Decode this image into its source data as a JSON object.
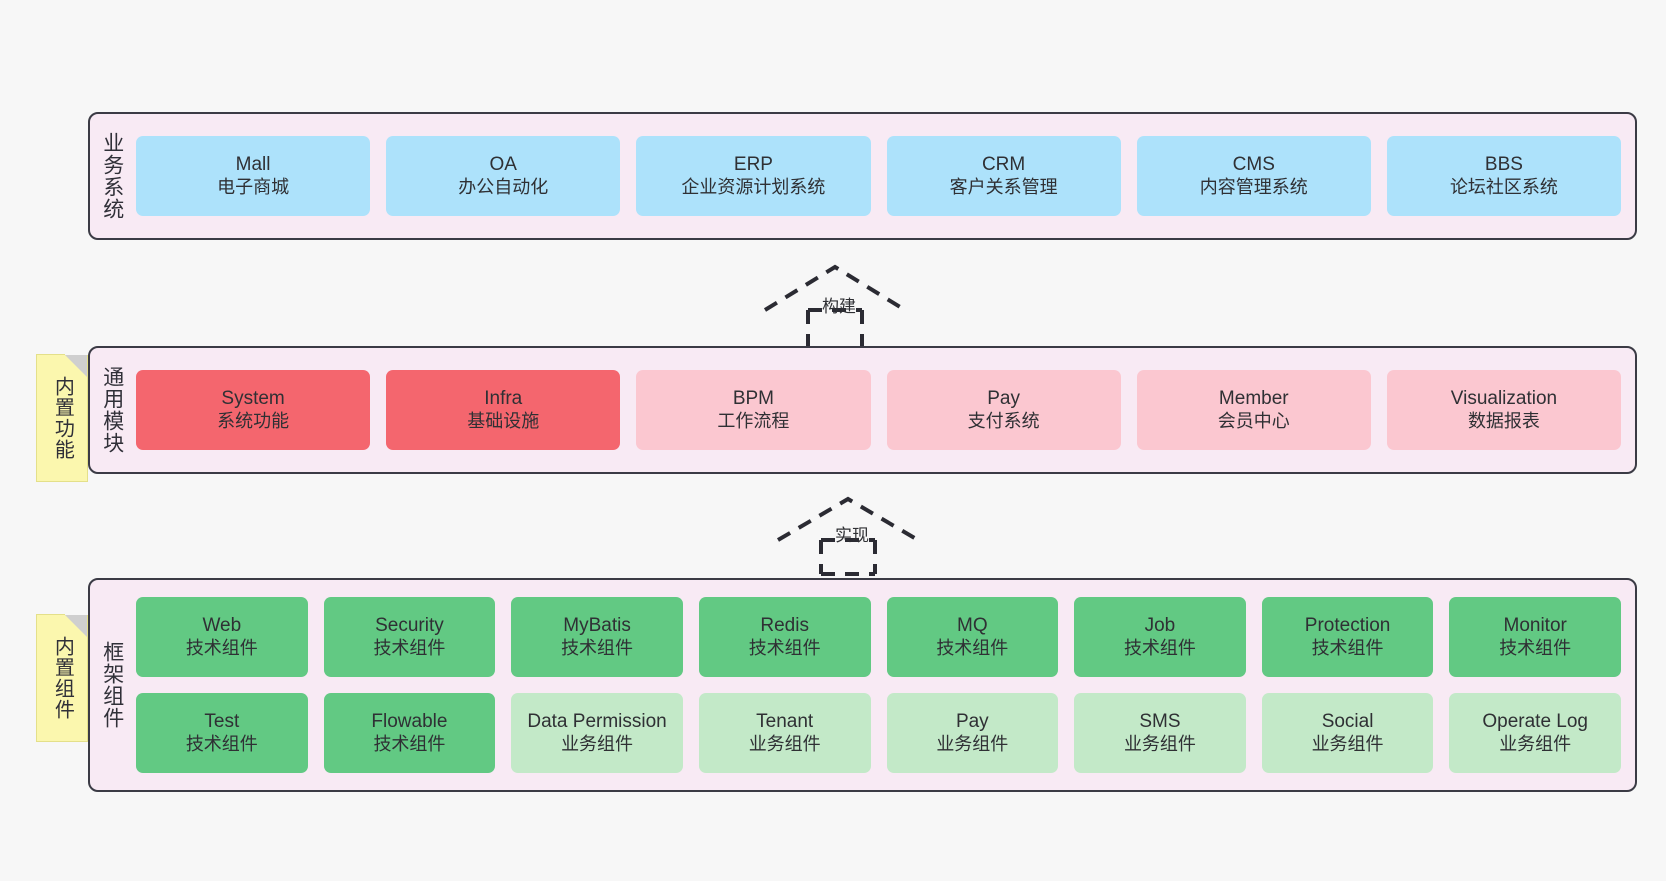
{
  "diagram": {
    "background": "#f7f7f7",
    "palette": {
      "container_bg": "#f8eaf4",
      "container_border": "#3b3b45",
      "blue": "#ade2fb",
      "red": "#f4666e",
      "pink": "#fbc7d0",
      "green": "#62c983",
      "light_green": "#c3e9c8",
      "note_yellow": "#fbf7ae",
      "note_fold": "#cfcfcf"
    }
  },
  "layers": [
    {
      "id": "business-system",
      "title": "业务系统",
      "rows": [
        [
          {
            "en": "Mall",
            "cn": "电子商城",
            "color": "blue"
          },
          {
            "en": "OA",
            "cn": "办公自动化",
            "color": "blue"
          },
          {
            "en": "ERP",
            "cn": "企业资源计划系统",
            "color": "blue"
          },
          {
            "en": "CRM",
            "cn": "客户关系管理",
            "color": "blue"
          },
          {
            "en": "CMS",
            "cn": "内容管理系统",
            "color": "blue"
          },
          {
            "en": "BBS",
            "cn": "论坛社区系统",
            "color": "blue"
          }
        ]
      ]
    },
    {
      "id": "common-module",
      "title": "通用模块",
      "note": "内置功能",
      "rows": [
        [
          {
            "en": "System",
            "cn": "系统功能",
            "color": "red"
          },
          {
            "en": "Infra",
            "cn": "基础设施",
            "color": "red"
          },
          {
            "en": "BPM",
            "cn": "工作流程",
            "color": "pink"
          },
          {
            "en": "Pay",
            "cn": "支付系统",
            "color": "pink"
          },
          {
            "en": "Member",
            "cn": "会员中心",
            "color": "pink"
          },
          {
            "en": "Visualization",
            "cn": "数据报表",
            "color": "pink"
          }
        ]
      ]
    },
    {
      "id": "framework-component",
      "title": "框架组件",
      "note": "内置组件",
      "rows": [
        [
          {
            "en": "Web",
            "cn": "技术组件",
            "color": "green"
          },
          {
            "en": "Security",
            "cn": "技术组件",
            "color": "green"
          },
          {
            "en": "MyBatis",
            "cn": "技术组件",
            "color": "green"
          },
          {
            "en": "Redis",
            "cn": "技术组件",
            "color": "green"
          },
          {
            "en": "MQ",
            "cn": "技术组件",
            "color": "green"
          },
          {
            "en": "Job",
            "cn": "技术组件",
            "color": "green"
          },
          {
            "en": "Protection",
            "cn": "技术组件",
            "color": "green"
          },
          {
            "en": "Monitor",
            "cn": "技术组件",
            "color": "green"
          }
        ],
        [
          {
            "en": "Test",
            "cn": "技术组件",
            "color": "green"
          },
          {
            "en": "Flowable",
            "cn": "技术组件",
            "color": "green"
          },
          {
            "en": "Data Permission",
            "cn": "业务组件",
            "color": "light_green"
          },
          {
            "en": "Tenant",
            "cn": "业务组件",
            "color": "light_green"
          },
          {
            "en": "Pay",
            "cn": "业务组件",
            "color": "light_green"
          },
          {
            "en": "SMS",
            "cn": "业务组件",
            "color": "light_green"
          },
          {
            "en": "Social",
            "cn": "业务组件",
            "color": "light_green"
          },
          {
            "en": "Operate Log",
            "cn": "业务组件",
            "color": "light_green"
          }
        ]
      ]
    }
  ],
  "connectors": [
    {
      "id": "build",
      "label": "构建"
    },
    {
      "id": "implement",
      "label": "实现"
    }
  ]
}
